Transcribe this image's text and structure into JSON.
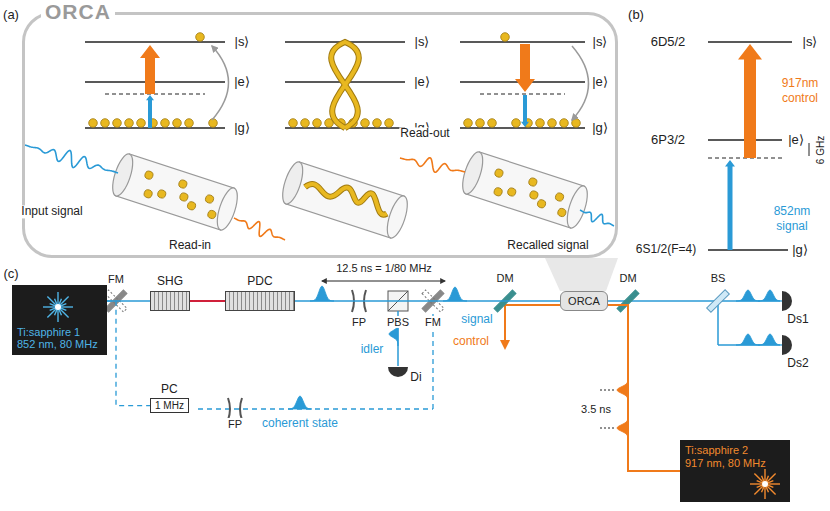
{
  "diagram": {
    "nodes": [
      {
        "text": [
          "ORCA"
        ]
      },
      {
        "text": [
          "Ti:sapphire 1",
          "852 nm, 80 MHz"
        ]
      },
      {
        "text": [
          "SHG"
        ]
      },
      {
        "text": [
          "PDC"
        ]
      },
      {
        "text": [
          "PC",
          "1 MHz"
        ]
      },
      {
        "text": [
          "ORCA"
        ]
      },
      {
        "text": [
          "Ti:sapphire 2",
          "917 nm, 80 MHz"
        ]
      }
    ],
    "edges": [
      {
        "from": 1,
        "to": 2,
        "arrow": "none"
      },
      {
        "from": 2,
        "to": 3,
        "arrow": "none"
      },
      {
        "from": 3,
        "to": 5,
        "arrow": "none"
      },
      {
        "from": 6,
        "to": 5,
        "arrow": "none"
      },
      {
        "from": 1,
        "to": 4,
        "arrow": "none"
      }
    ],
    "labels": [
      "(a)",
      "|s⟩",
      "|e⟩",
      "|g⟩",
      "|s⟩",
      "|e⟩",
      "|g⟩",
      "|s⟩",
      "|e⟩",
      "|g⟩",
      "Input signal",
      "Read-in",
      "Read-out",
      "Recalled signal",
      "(b)",
      "6D5/2",
      "|s⟩",
      "917nm",
      "control",
      "6P3/2",
      "|e⟩",
      "6 GHz",
      "852nm",
      "signal",
      "6S1/2(F=4)",
      "|g⟩",
      "(c)",
      "FM",
      "12.5 ns = 1/80 MHz",
      "FP",
      "PBS",
      "FM",
      "signal",
      "idler",
      "Di",
      "FP",
      "coherent state",
      "DM",
      "control",
      "DM",
      "3.5 ns",
      "BS",
      "Ds1",
      "Ds2"
    ]
  }
}
